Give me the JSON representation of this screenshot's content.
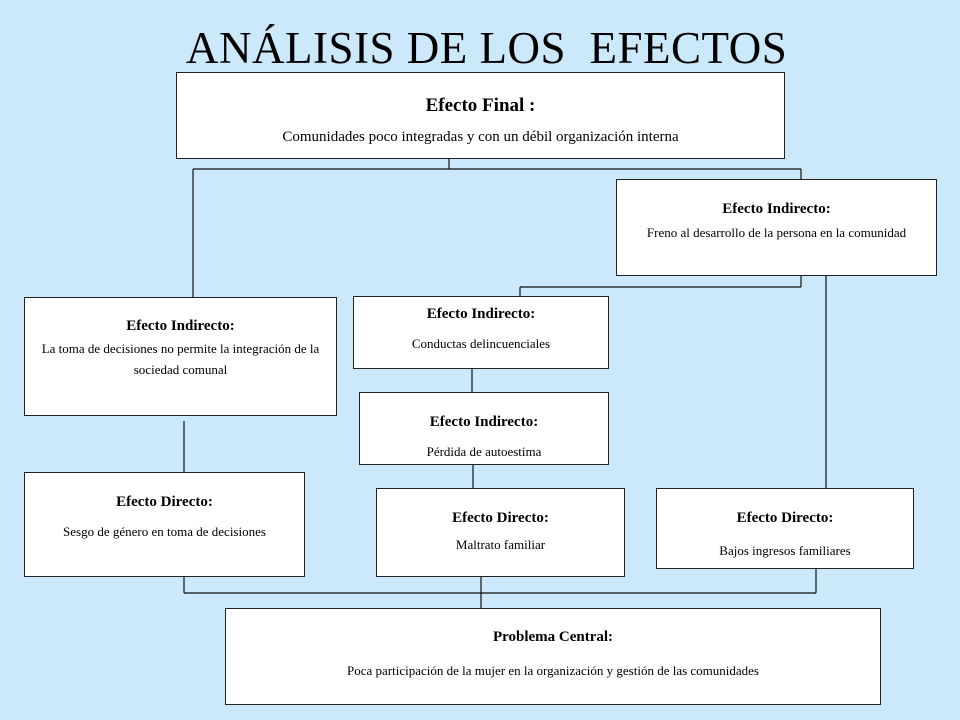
{
  "title": "ANÁLISIS DE LOS  EFECTOS",
  "final": {
    "heading": "Efecto Final :",
    "text": "Comunidades poco integradas y con un débil organización interna"
  },
  "indirect_freno": {
    "heading": "Efecto Indirecto:",
    "text": "Freno al desarrollo  de la persona en la comunidad"
  },
  "indirect_decisiones": {
    "heading": "Efecto Indirecto:",
    "text": "La toma de decisiones no permite la integración de la sociedad  comunal"
  },
  "indirect_conductas": {
    "heading": "Efecto Indirecto:",
    "text": "Conductas delincuenciales"
  },
  "indirect_autoestima": {
    "heading": "Efecto Indirecto:",
    "text": "Pérdida de autoestima"
  },
  "direct_sesgo": {
    "heading": "Efecto Directo:",
    "text": "Sesgo de género en toma de decisiones"
  },
  "direct_maltrato": {
    "heading": "Efecto Directo:",
    "text": "Maltrato familiar"
  },
  "direct_ingresos": {
    "heading": "Efecto Directo:",
    "text": "Bajos ingresos  familiares"
  },
  "central": {
    "heading": "Problema Central:",
    "text": "Poca participación  de la mujer en la organización  y gestión de las comunidades"
  }
}
